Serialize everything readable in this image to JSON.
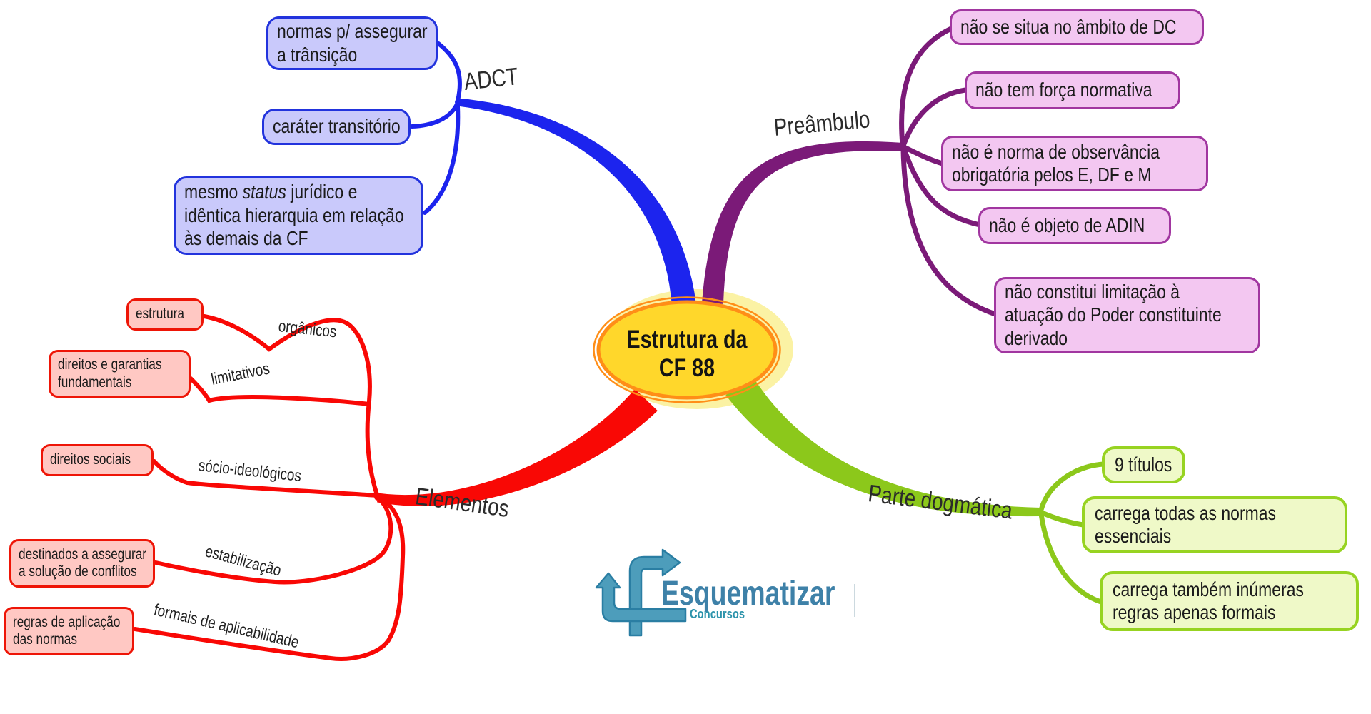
{
  "center": {
    "title": "Estrutura da\nCF 88",
    "fill": "#ffd72b",
    "border": "#ff8e17",
    "glow": "#fbf2a4"
  },
  "branches": {
    "adct": {
      "label": "ADCT",
      "color": "#1c24ee",
      "box_fill": "#c9c9fb",
      "box_border": "#2233dd",
      "nodes": [
        "normas p/ assegurar\na trânsição",
        "caráter transitório"
      ],
      "status_node": {
        "pre": "mesmo ",
        "italic": "status",
        "post": " jurídico e\nidêntica hierarquia em relação\nàs demais da CF"
      }
    },
    "preambulo": {
      "label": "Preâmbulo",
      "color": "#7b1a78",
      "box_fill": "#f3c7f1",
      "box_border": "#a136a0",
      "nodes": [
        "não se situa no âmbito de DC",
        "não tem força normativa",
        "não é norma de observância\nobrigatória pelos E, DF e M",
        "não é objeto de ADIN",
        "não constitui limitação à\natuação do Poder constituinte\nderivado"
      ]
    },
    "elementos": {
      "label": "Elementos",
      "color": "#f90805",
      "box_fill": "#ffc8c3",
      "box_border": "#ee1507",
      "sub_branches": [
        {
          "label": "orgânicos",
          "node": "estrutura"
        },
        {
          "label": "limitativos",
          "node": "direitos e garantias\nfundamentais"
        },
        {
          "label": "sócio-ideológicos",
          "node": "direitos sociais"
        },
        {
          "label": "estabilização",
          "node": "destinados a assegurar\na solução de conflitos"
        },
        {
          "label": "formais de aplicabilidade",
          "node": "regras de aplicação\ndas normas"
        }
      ]
    },
    "dogmatica": {
      "label": "Parte dogmática",
      "color": "#8cc81b",
      "box_fill": "#eff9c8",
      "box_border": "#97d321",
      "nodes": [
        "9 títulos",
        "carrega todas as normas\nessenciais",
        "carrega também inúmeras\nregras apenas formais"
      ]
    }
  },
  "logo": {
    "title": "Esquematizar",
    "subtitle": "Concursos",
    "title_color": "#3e81a8",
    "subtitle_color": "#2c93ab",
    "icon_fill": "#4d9dbb",
    "icon_stroke": "#2a7ea3"
  }
}
